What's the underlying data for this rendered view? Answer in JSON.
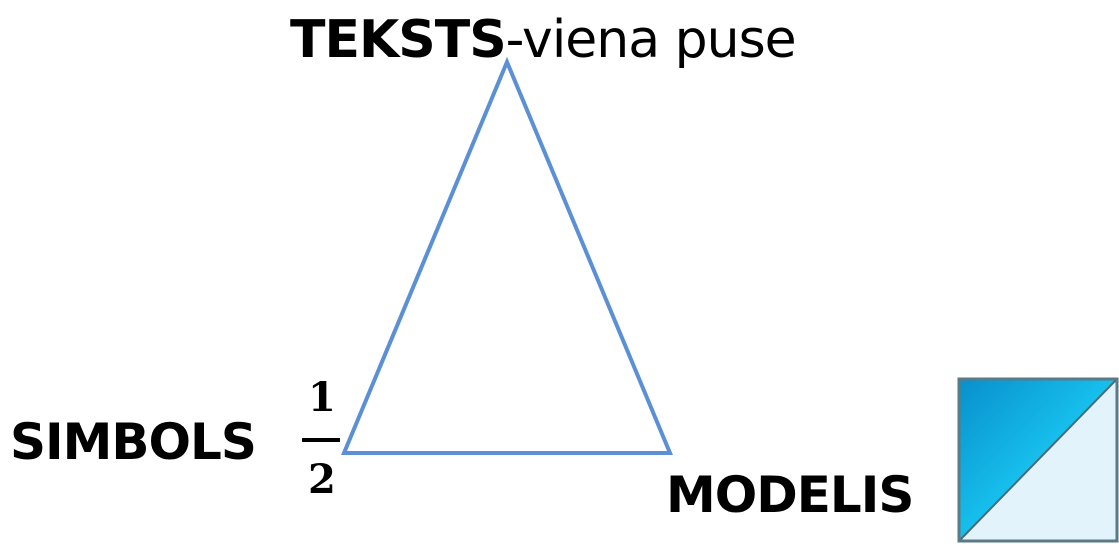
{
  "top_vertex": {
    "bold_text": "TEKSTS",
    "regular_text": "-viena puse"
  },
  "left_vertex": {
    "label": "SIMBOLS",
    "fraction_numerator": "1",
    "fraction_denominator": "2"
  },
  "right_vertex": {
    "label": "MODELIS"
  },
  "colors": {
    "triangle_stroke": "#5b8fd6",
    "model_square_dark": "#0aa6e0",
    "model_square_light": "#e2f3fb",
    "model_square_border": "#5a7a86"
  },
  "icons": {
    "model_square": "half-shaded-square-icon"
  }
}
